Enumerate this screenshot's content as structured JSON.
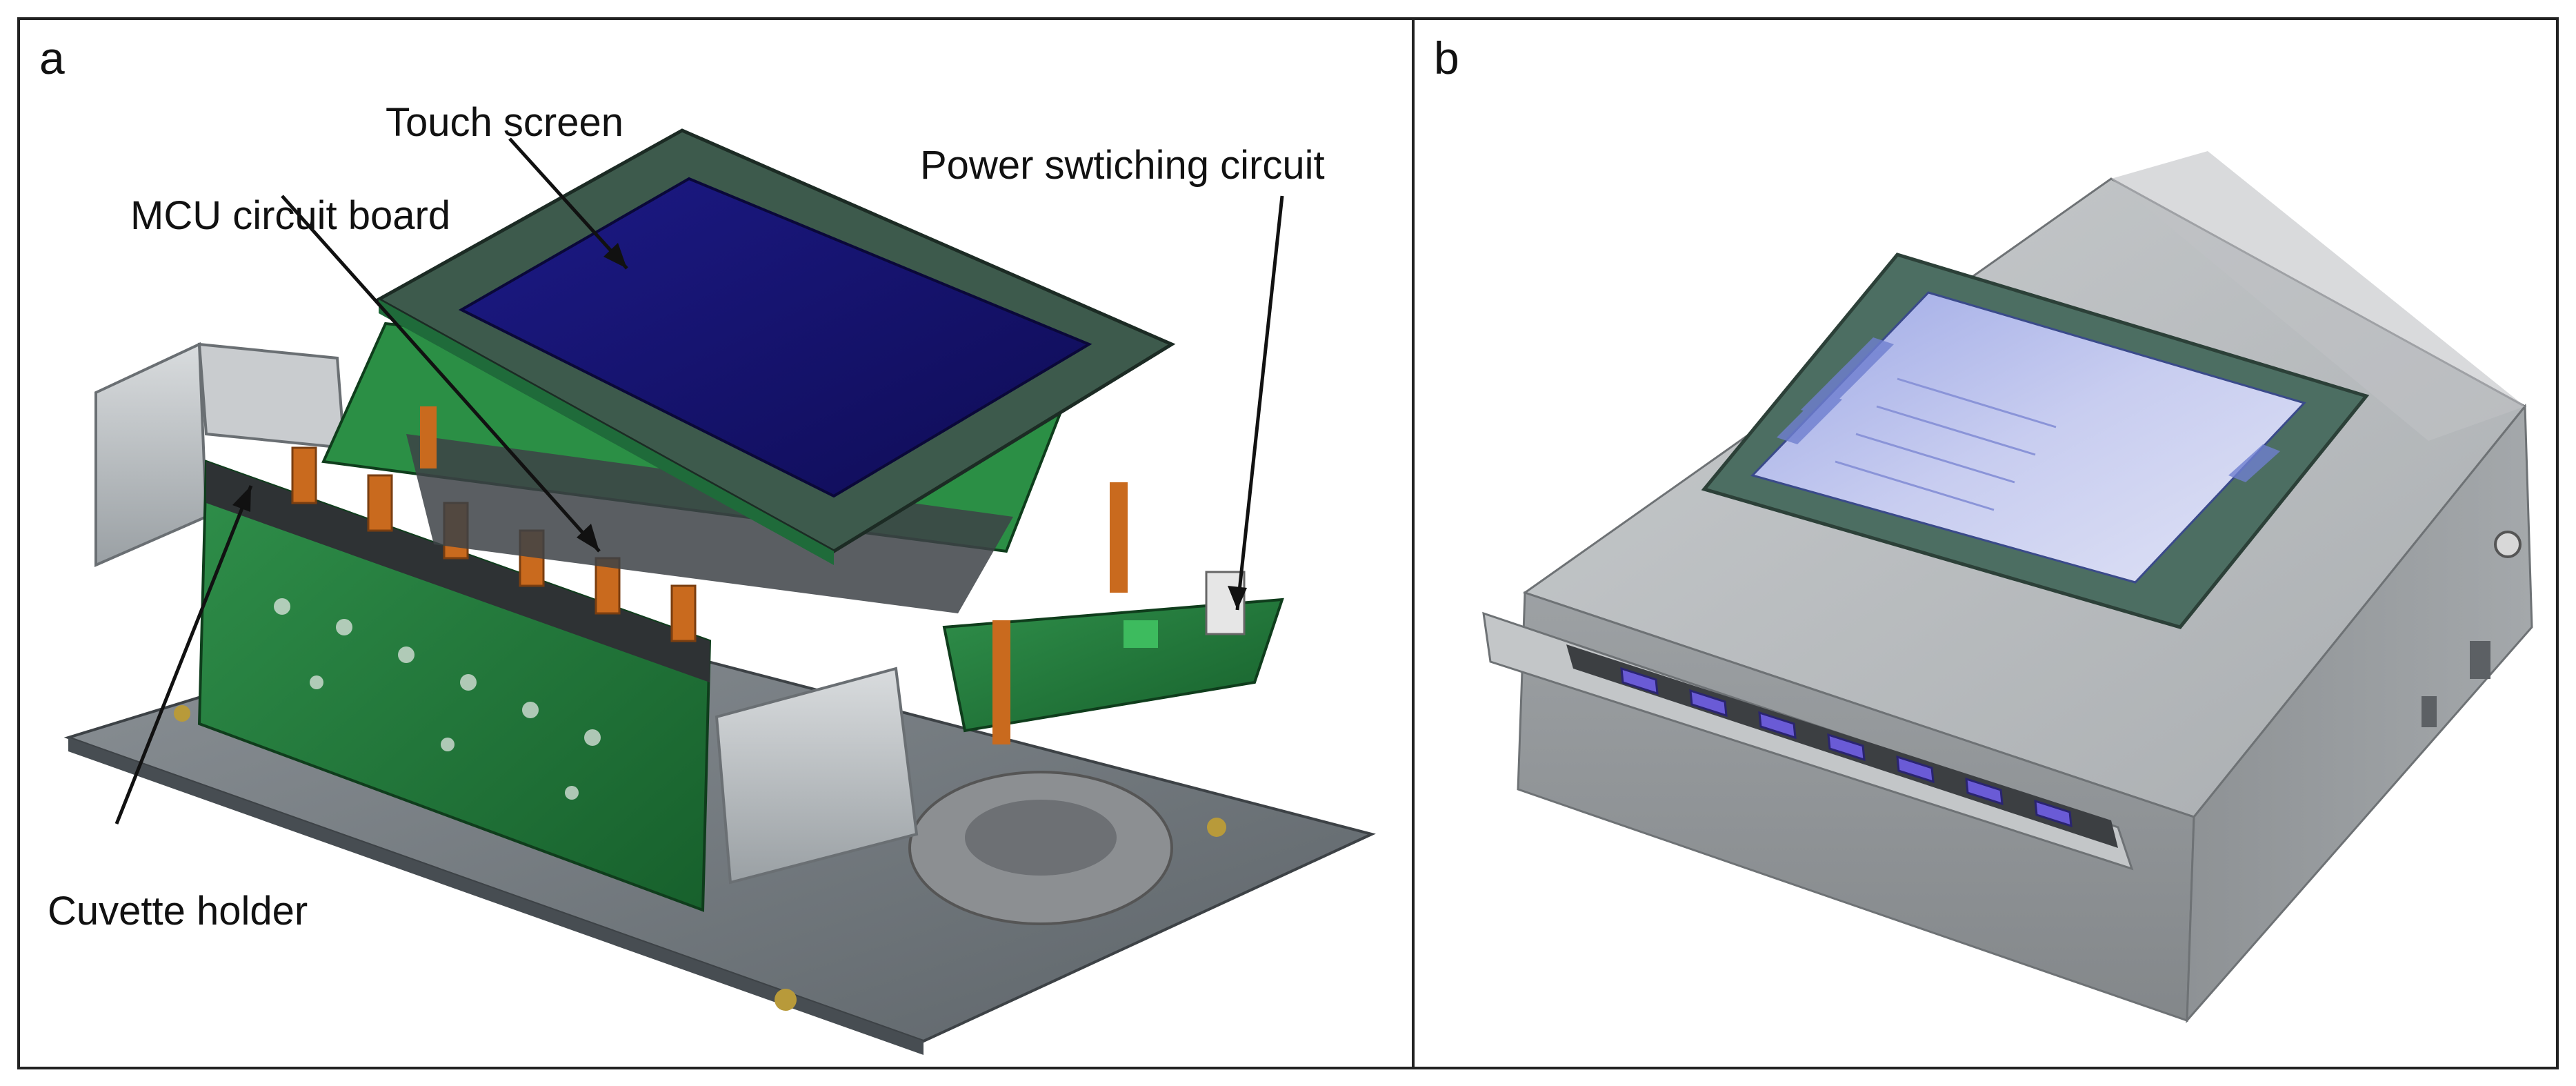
{
  "panels": [
    {
      "letter": "a",
      "callouts": {
        "touch_screen": "Touch screen",
        "mcu_board": "MCU circuit board",
        "power_circuit": "Power swtiching circuit",
        "cuvette_holder": "Cuvette holder"
      }
    },
    {
      "letter": "b"
    }
  ],
  "colors": {
    "border": "#222222",
    "screen_blue": "#15126e",
    "pcb_green": "#1f7a3a",
    "orange_clip": "#c96a1e",
    "device_grey": "#b5b8ba",
    "display_bezel": "#4c6e62"
  }
}
